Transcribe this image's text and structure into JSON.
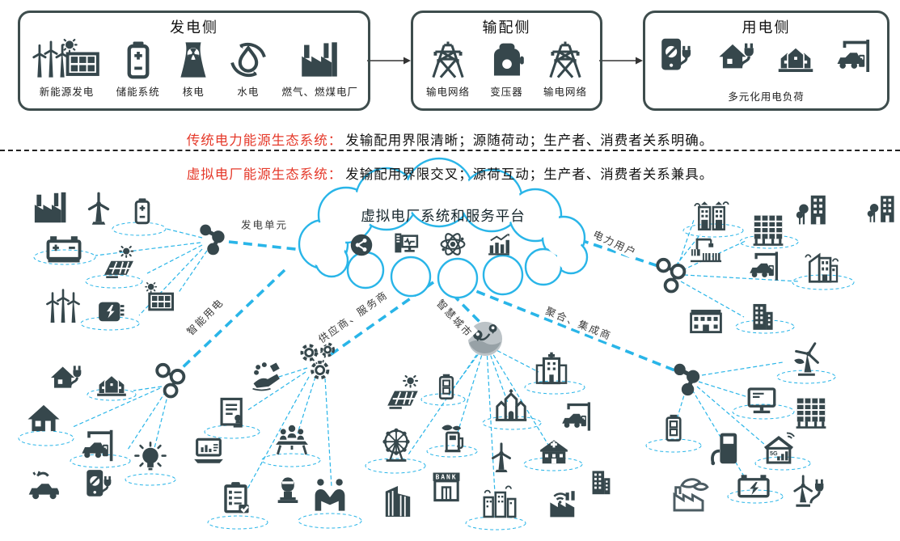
{
  "colors": {
    "accent_cyan": "#29b5e8",
    "dark": "#36474c",
    "red": "#e5392a"
  },
  "top_flow": {
    "boxes": [
      {
        "title": "发电侧",
        "items": [
          {
            "icon": "wind-solar-icon",
            "label": "新能源发电"
          },
          {
            "icon": "battery-icon",
            "label": "储能系统"
          },
          {
            "icon": "nuclear-icon",
            "label": "核电"
          },
          {
            "icon": "hydro-icon",
            "label": "水电"
          },
          {
            "icon": "factory-icon",
            "label": "燃气、燃煤电厂"
          }
        ]
      },
      {
        "title": "输配侧",
        "items": [
          {
            "icon": "transmission-tower-icon",
            "label": "输电网络"
          },
          {
            "icon": "transformer-icon",
            "label": "变压器"
          },
          {
            "icon": "transmission-tower-icon",
            "label": "输电网络"
          }
        ]
      },
      {
        "title": "用电侧",
        "items": [
          {
            "icon": "phone-charger-icon",
            "label": ""
          },
          {
            "icon": "house-plug-icon",
            "label": ""
          },
          {
            "icon": "houses-icon",
            "label": ""
          },
          {
            "icon": "ev-charging-icon",
            "label": ""
          }
        ],
        "caption": "多元化用电负荷"
      }
    ]
  },
  "comparison": {
    "traditional_heading": "传统电力能源生态系统：",
    "traditional_text": "发输配用界限清晰；源随荷动；生产者、消费者关系明确。",
    "vpp_heading": "虚拟电厂能源生态系统：",
    "vpp_text": "发输配用界限交叉；源荷互动；生产者、消费者关系兼具。"
  },
  "network": {
    "cloud_title": "虚拟电厂系统和服务平台",
    "cloud_icons": [
      "share-icon",
      "monitoring-computer-icon",
      "atom-icon",
      "bar-chart-icon"
    ],
    "icon_texts": {
      "bank": "BANK",
      "home_5g": "5G"
    },
    "branches": [
      {
        "id": "generation",
        "label": "发电单元",
        "icons": [
          "factory-icon",
          "wind-turbine-icon",
          "battery-icon",
          "car-battery-icon",
          "solar-panel-icon",
          "wind-farm-icon",
          "power-converter-icon",
          "solar-flat-icon"
        ]
      },
      {
        "id": "smart-consumption",
        "label": "智能用电",
        "icons": [
          "house-plug-icon",
          "houses-icon",
          "house-icon",
          "ev-charging-icon",
          "lightbulb-icon",
          "ev-car-icon",
          "phone-charger-icon"
        ]
      },
      {
        "id": "suppliers",
        "label": "供应商、服务商",
        "icons": [
          "investment-icon",
          "contract-icon",
          "laptop-icon",
          "meeting-icon",
          "checklist-icon",
          "podium-icon",
          "handshake-icon"
        ]
      },
      {
        "id": "smart-city",
        "label": "智慧城市",
        "icons": [
          "solar-panel-icon",
          "battery-cells-icon",
          "ferris-wheel-icon",
          "ev-station-icon",
          "church-icon",
          "hospital-icon",
          "ev-charging-icon",
          "clinic-icon",
          "wind-turbine-icon",
          "bank-icon",
          "skyscraper-icon",
          "town-icon",
          "factory-wifi-icon",
          "small-office-icon"
        ]
      },
      {
        "id": "aggregators",
        "label": "聚合、集成商",
        "icons": [
          "wind-leaf-icon",
          "monitor-icon",
          "office-icon",
          "battery-cells-icon",
          "fuel-pump-icon",
          "home-5g-icon",
          "eco-factory-icon",
          "car-battery-bolt-icon",
          "wind-plug-icon"
        ]
      },
      {
        "id": "power-users",
        "label": "电力用户",
        "icons": [
          "city-blocks-icon",
          "crane-blocks-icon",
          "office-icon",
          "apartment-trees-icon",
          "ev-charging-icon",
          "corner-store-icon",
          "shop-icon",
          "small-office-icon",
          "apartment-trees-icon"
        ]
      }
    ]
  }
}
